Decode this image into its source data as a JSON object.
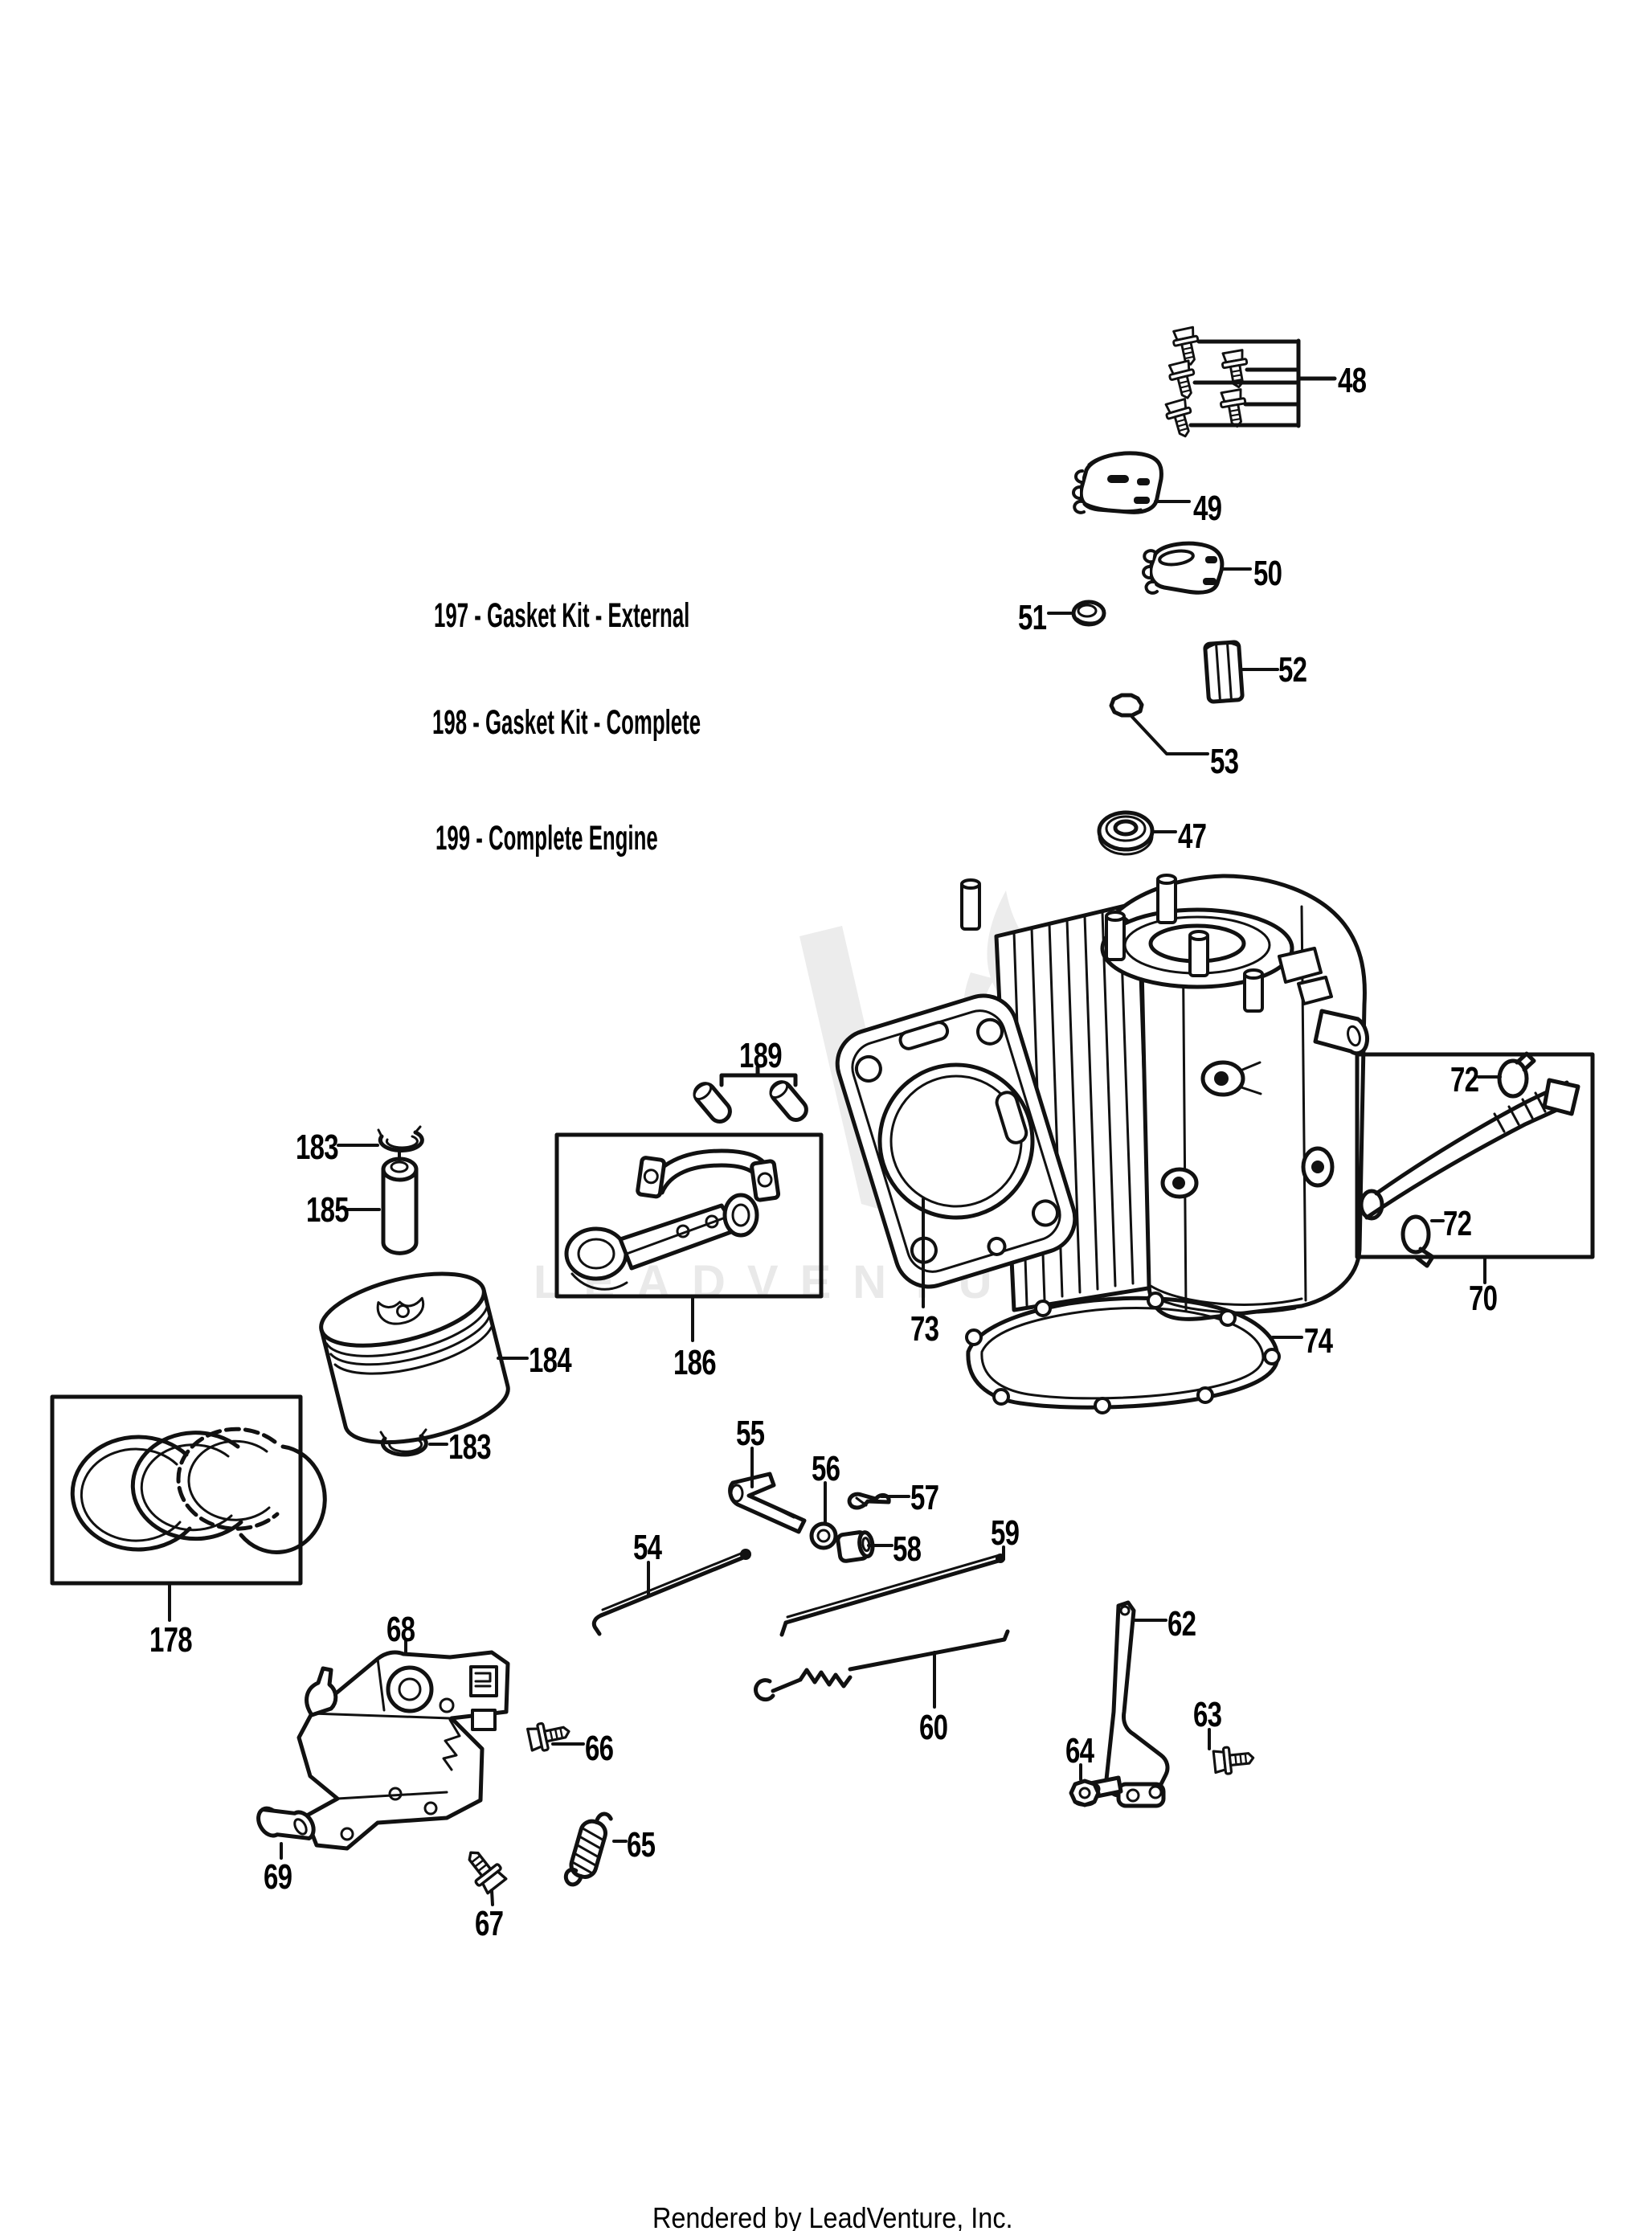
{
  "page": {
    "type": "engine-parts-exploded-diagram",
    "background_color": "#ffffff",
    "line_color": "#111111",
    "watermark_color": "#e9e9e9"
  },
  "notes": [
    {
      "text": "197 - Gasket Kit - External"
    },
    {
      "text": "198 - Gasket Kit - Complete"
    },
    {
      "text": "199 - Complete Engine"
    }
  ],
  "watermark": {
    "text": "LEADVENTURE",
    "logo": "leadventure-flame-v-mark"
  },
  "footer": {
    "text": "Rendered by LeadVenture, Inc."
  },
  "callouts": [
    {
      "id": "48",
      "label": "48",
      "part": "bolt set (5 flange bolts)"
    },
    {
      "id": "49",
      "label": "49",
      "part": "gasket plate"
    },
    {
      "id": "50",
      "label": "50",
      "part": "heat shield plate"
    },
    {
      "id": "51",
      "label": "51",
      "part": "o-ring seal"
    },
    {
      "id": "52",
      "label": "52",
      "part": "sleeve"
    },
    {
      "id": "53",
      "label": "53",
      "part": "cap plug"
    },
    {
      "id": "47",
      "label": "47",
      "part": "oil seal"
    },
    {
      "id": "189",
      "label": "189",
      "part": "dowel pins (2)"
    },
    {
      "id": "73",
      "label": "73",
      "part": "cylinder crankcase assembly"
    },
    {
      "id": "72a",
      "label": "72",
      "part": "hose clamp (upper)"
    },
    {
      "id": "72b",
      "label": "72",
      "part": "hose clamp (lower)"
    },
    {
      "id": "70",
      "label": "70",
      "part": "breather hose kit"
    },
    {
      "id": "74",
      "label": "74",
      "part": "crankcase cover gasket"
    },
    {
      "id": "183a",
      "label": "183",
      "part": "piston pin retaining ring (top)"
    },
    {
      "id": "185",
      "label": "185",
      "part": "piston pin"
    },
    {
      "id": "184",
      "label": "184",
      "part": "piston"
    },
    {
      "id": "183b",
      "label": "183",
      "part": "piston pin retaining ring (bottom)"
    },
    {
      "id": "186",
      "label": "186",
      "part": "connecting rod kit"
    },
    {
      "id": "178",
      "label": "178",
      "part": "piston ring set"
    },
    {
      "id": "55",
      "label": "55",
      "part": "governor arm"
    },
    {
      "id": "56",
      "label": "56",
      "part": "washer"
    },
    {
      "id": "57",
      "label": "57",
      "part": "clip"
    },
    {
      "id": "58",
      "label": "58",
      "part": "bushing"
    },
    {
      "id": "54",
      "label": "54",
      "part": "link rod"
    },
    {
      "id": "59",
      "label": "59",
      "part": "throttle link rod"
    },
    {
      "id": "60",
      "label": "60",
      "part": "link spring"
    },
    {
      "id": "62",
      "label": "62",
      "part": "control lever"
    },
    {
      "id": "63",
      "label": "63",
      "part": "bolt"
    },
    {
      "id": "64",
      "label": "64",
      "part": "flange nut"
    },
    {
      "id": "68",
      "label": "68",
      "part": "control bracket assembly"
    },
    {
      "id": "66",
      "label": "66",
      "part": "flange bolt"
    },
    {
      "id": "69",
      "label": "69",
      "part": "spacer bushing"
    },
    {
      "id": "67",
      "label": "67",
      "part": "flange bolt"
    },
    {
      "id": "65",
      "label": "65",
      "part": "extension spring"
    }
  ]
}
